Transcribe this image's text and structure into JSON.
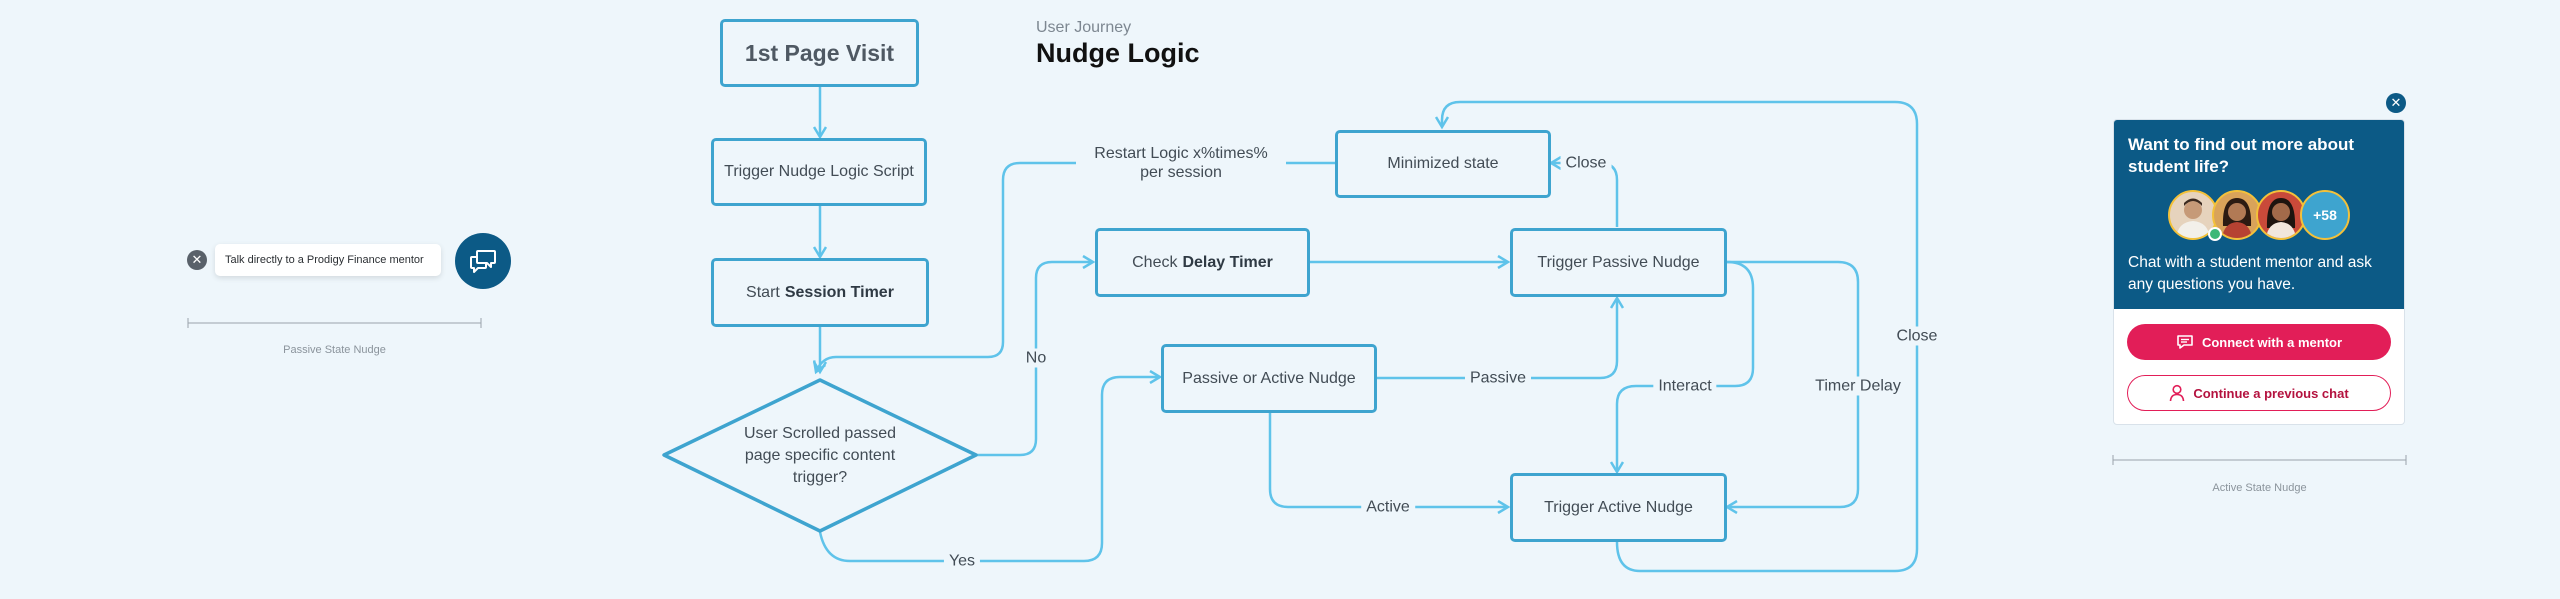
{
  "header": {
    "subtitle": "User Journey",
    "title": "Nudge Logic"
  },
  "nodes": {
    "page_visit": "1st Page Visit",
    "trigger_script": "Trigger Nudge Logic Script",
    "start_prefix": "Start",
    "start_bold": "Session Timer",
    "scroll_decision": "User Scrolled passed page specific content trigger?",
    "check_prefix": "Check",
    "check_bold": "Delay Timer",
    "passive_or_active": "Passive or Active Nudge",
    "minimized": "Minimized state",
    "trigger_passive": "Trigger Passive Nudge",
    "trigger_active": "Trigger Active Nudge"
  },
  "edges": {
    "restart": "Restart Logic x%times% per session",
    "no": "No",
    "yes": "Yes",
    "passive": "Passive",
    "active": "Active",
    "close_min": "Close",
    "interact": "Interact",
    "timer_delay": "Timer Delay",
    "close_right": "Close"
  },
  "passive_widget": {
    "tooltip": "Talk directly to a Prodigy Finance mentor",
    "caption": "Passive State Nudge",
    "close_glyph": "✕"
  },
  "active_widget": {
    "title": "Want to find out more about student life?",
    "more_count": "+58",
    "description": "Chat with a student mentor and ask any questions you have.",
    "primary_button": "Connect with a mentor",
    "secondary_button": "Continue a previous chat",
    "caption": "Active State Nudge",
    "close_glyph": "✕"
  },
  "colors": {
    "connector": "#5fc3ea",
    "box_border": "#3ea4cf",
    "brand_blue": "#0c5a86",
    "brand_pink": "#e21e58",
    "background": "#eef6fb"
  }
}
